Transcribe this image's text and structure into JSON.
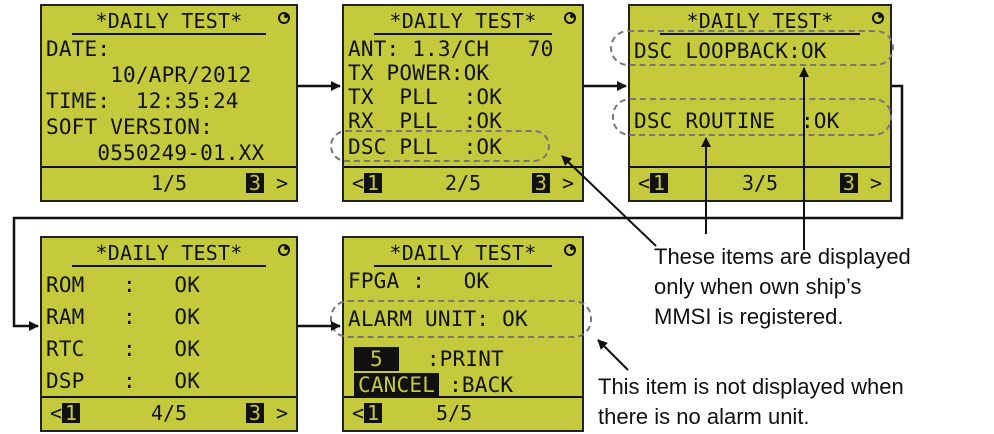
{
  "screens": [
    {
      "title": "*DAILY TEST*",
      "rows": [
        "DATE:",
        "     10/APR/2012",
        "TIME:  12:35:24",
        "SOFT VERSION:",
        "    0550249-01.XX"
      ],
      "footer": {
        "left": "",
        "left_key": "",
        "page": "1/5",
        "right_key": "3",
        "right_arrow": ">"
      }
    },
    {
      "title": "*DAILY TEST*",
      "rows": [
        "ANT: 1.3/CH   70",
        "TX POWER:OK",
        "TX  PLL  :OK",
        "RX  PLL  :OK",
        "DSC PLL  :OK"
      ],
      "footer": {
        "left": "<",
        "left_key": "1",
        "page": "2/5",
        "right_key": "3",
        "right_arrow": ">"
      }
    },
    {
      "title": "*DAILY TEST*",
      "rows": [
        "DSC LOOPBACK:OK",
        "",
        "DSC ROUTINE  :OK"
      ],
      "footer": {
        "left": "<",
        "left_key": "1",
        "page": "3/5",
        "right_key": "3",
        "right_arrow": ">"
      }
    },
    {
      "title": "*DAILY TEST*",
      "rows": [
        "ROM   :   OK",
        "RAM   :   OK",
        "RTC   :   OK",
        "DSP   :   OK"
      ],
      "footer": {
        "left": "<",
        "left_key": "1",
        "page": "4/5",
        "right_key": "3",
        "right_arrow": ">"
      }
    },
    {
      "title": "*DAILY TEST*",
      "rows": [
        "FPGA :   OK",
        "ALARM UNIT: OK"
      ],
      "print_key": "5",
      "print_label": ":PRINT",
      "cancel_key": "CANCEL",
      "back_label": ":BACK",
      "footer": {
        "left": "<",
        "left_key": "1",
        "page": "5/5",
        "right_key": "",
        "right_arrow": ""
      }
    }
  ],
  "annotations": {
    "mmsi_note_line1": "These items are displayed",
    "mmsi_note_line2": "only when own ship’s",
    "mmsi_note_line3": "MMSI is registered.",
    "alarm_note_line1": "This item is not displayed when",
    "alarm_note_line2": "there is no alarm unit."
  }
}
